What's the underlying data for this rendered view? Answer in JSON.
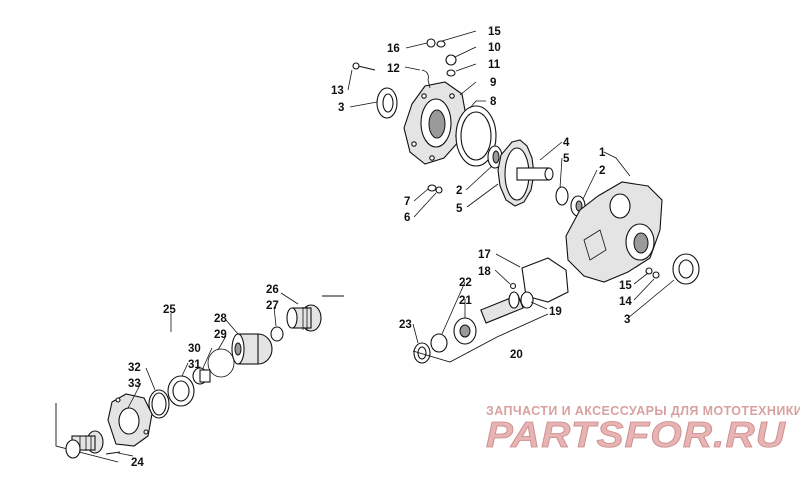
{
  "labels": {
    "l1": "1",
    "l2a": "2",
    "l2b": "2",
    "l3a": "3",
    "l3b": "3",
    "l4": "4",
    "l5a": "5",
    "l5b": "5",
    "l6": "6",
    "l7": "7",
    "l8": "8",
    "l9": "9",
    "l10": "10",
    "l11": "11",
    "l12": "12",
    "l13": "13",
    "l14": "14",
    "l15a": "15",
    "l15b": "15",
    "l16": "16",
    "l17": "17",
    "l18": "18",
    "l19": "19",
    "l20": "20",
    "l21": "21",
    "l22": "22",
    "l23": "23",
    "l24": "24",
    "l25": "25",
    "l26": "26",
    "l27": "27",
    "l28": "28",
    "l29": "29",
    "l30": "30",
    "l31": "31",
    "l32": "32",
    "l33": "33"
  },
  "watermark": {
    "caption": "ЗАПЧАСТИ И АКСЕССУАРЫ ДЛЯ МОТОТЕХНИКИ",
    "logo": "PARTSFOR.RU",
    "color": "#d9a0a0"
  }
}
